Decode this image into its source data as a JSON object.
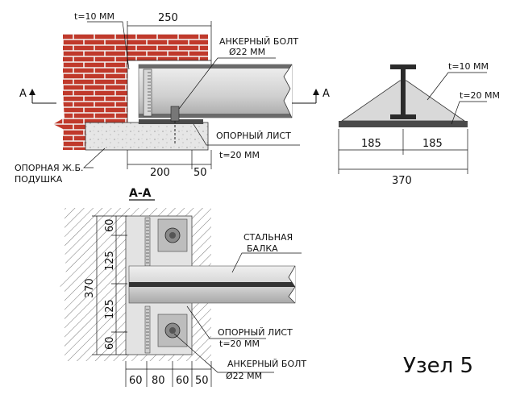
{
  "labels": {
    "t_top": "t=10 ММ",
    "anchor_top_1": "АНКЕРНЫЙ БОЛТ",
    "anchor_top_2": "Ø22 ММ",
    "plate_top_1": "ОПОРНЫЙ ЛИСТ",
    "plate_top_2": "t=20 ММ",
    "pad_1": "ОПОРНАЯ Ж.Б.",
    "pad_2": "ПОДУШКА",
    "cut_left": "A",
    "cut_right": "A",
    "section_title": "А-А",
    "right_t10": "t=10 ММ",
    "right_t20": "t=20 ММ",
    "beam_1": "СТАЛЬНАЯ",
    "beam_2": "БАЛКА",
    "plate_bot_1": "ОПОРНЫЙ ЛИСТ",
    "plate_bot_2": "t=20 ММ",
    "anchor_bot_1": "АНКЕРНЫЙ БОЛТ",
    "anchor_bot_2": "Ø22 ММ",
    "node_title": "Узел 5"
  },
  "dims": {
    "top_250": "250",
    "top_200": "200",
    "top_50": "50",
    "right_185a": "185",
    "right_185b": "185",
    "right_370": "370",
    "plan_370": "370",
    "plan_v_60a": "60",
    "plan_v_125a": "125",
    "plan_v_125b": "125",
    "plan_v_60b": "60",
    "plan_h_60a": "60",
    "plan_h_80": "80",
    "plan_h_60b": "60",
    "plan_h_50": "50"
  },
  "colors": {
    "brick": "#c0392b",
    "mortar": "#f2f2f2",
    "concrete": "#e6e6e6",
    "steel_light": "#d9d9d9",
    "steel_dark": "#4a4a4a"
  }
}
